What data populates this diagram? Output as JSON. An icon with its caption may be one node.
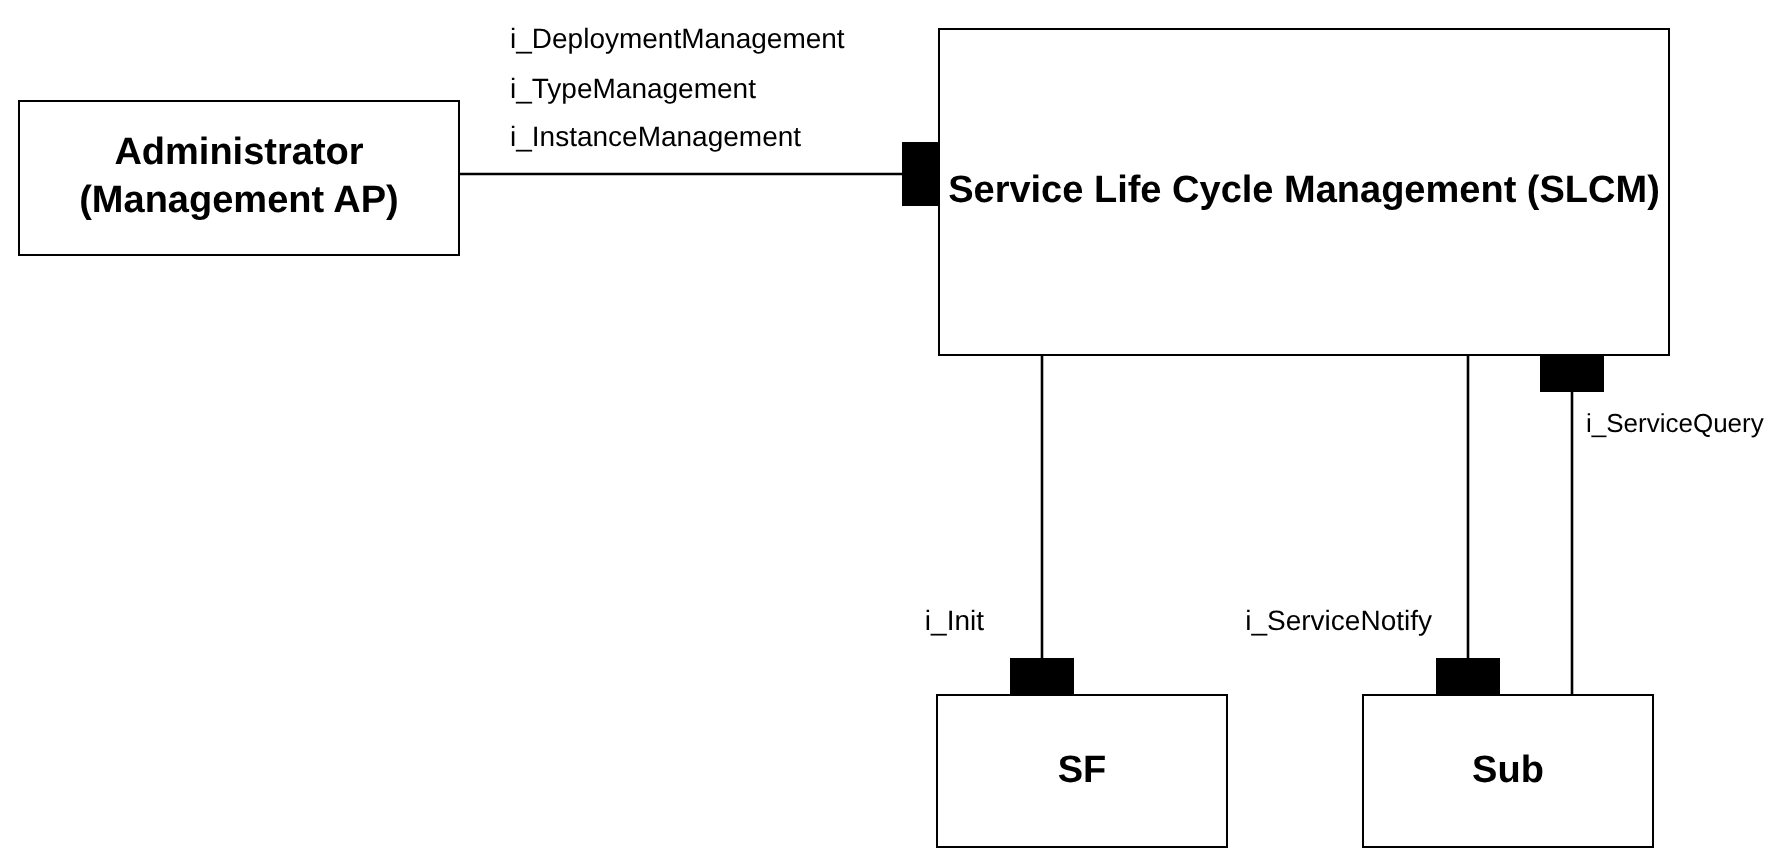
{
  "diagram": {
    "nodes": [
      {
        "text": [
          "Administrator (Management AP)"
        ]
      },
      {
        "text": [
          "Service Life Cycle Management (SLCM)"
        ]
      },
      {
        "text": [
          "SF"
        ]
      },
      {
        "text": [
          "Sub"
        ]
      }
    ],
    "edges": [
      {
        "from": 0,
        "to": 1,
        "arrow": "other",
        "label": "i_DeploymentManagement i_TypeManagement i_InstanceManagement"
      },
      {
        "from": 1,
        "to": 2,
        "arrow": "other",
        "label": "i_Init"
      },
      {
        "from": 1,
        "to": 3,
        "arrow": "other",
        "label": "i_ServiceNotify"
      },
      {
        "from": 3,
        "to": 1,
        "arrow": "other",
        "label": "i_ServiceQuery"
      }
    ]
  }
}
